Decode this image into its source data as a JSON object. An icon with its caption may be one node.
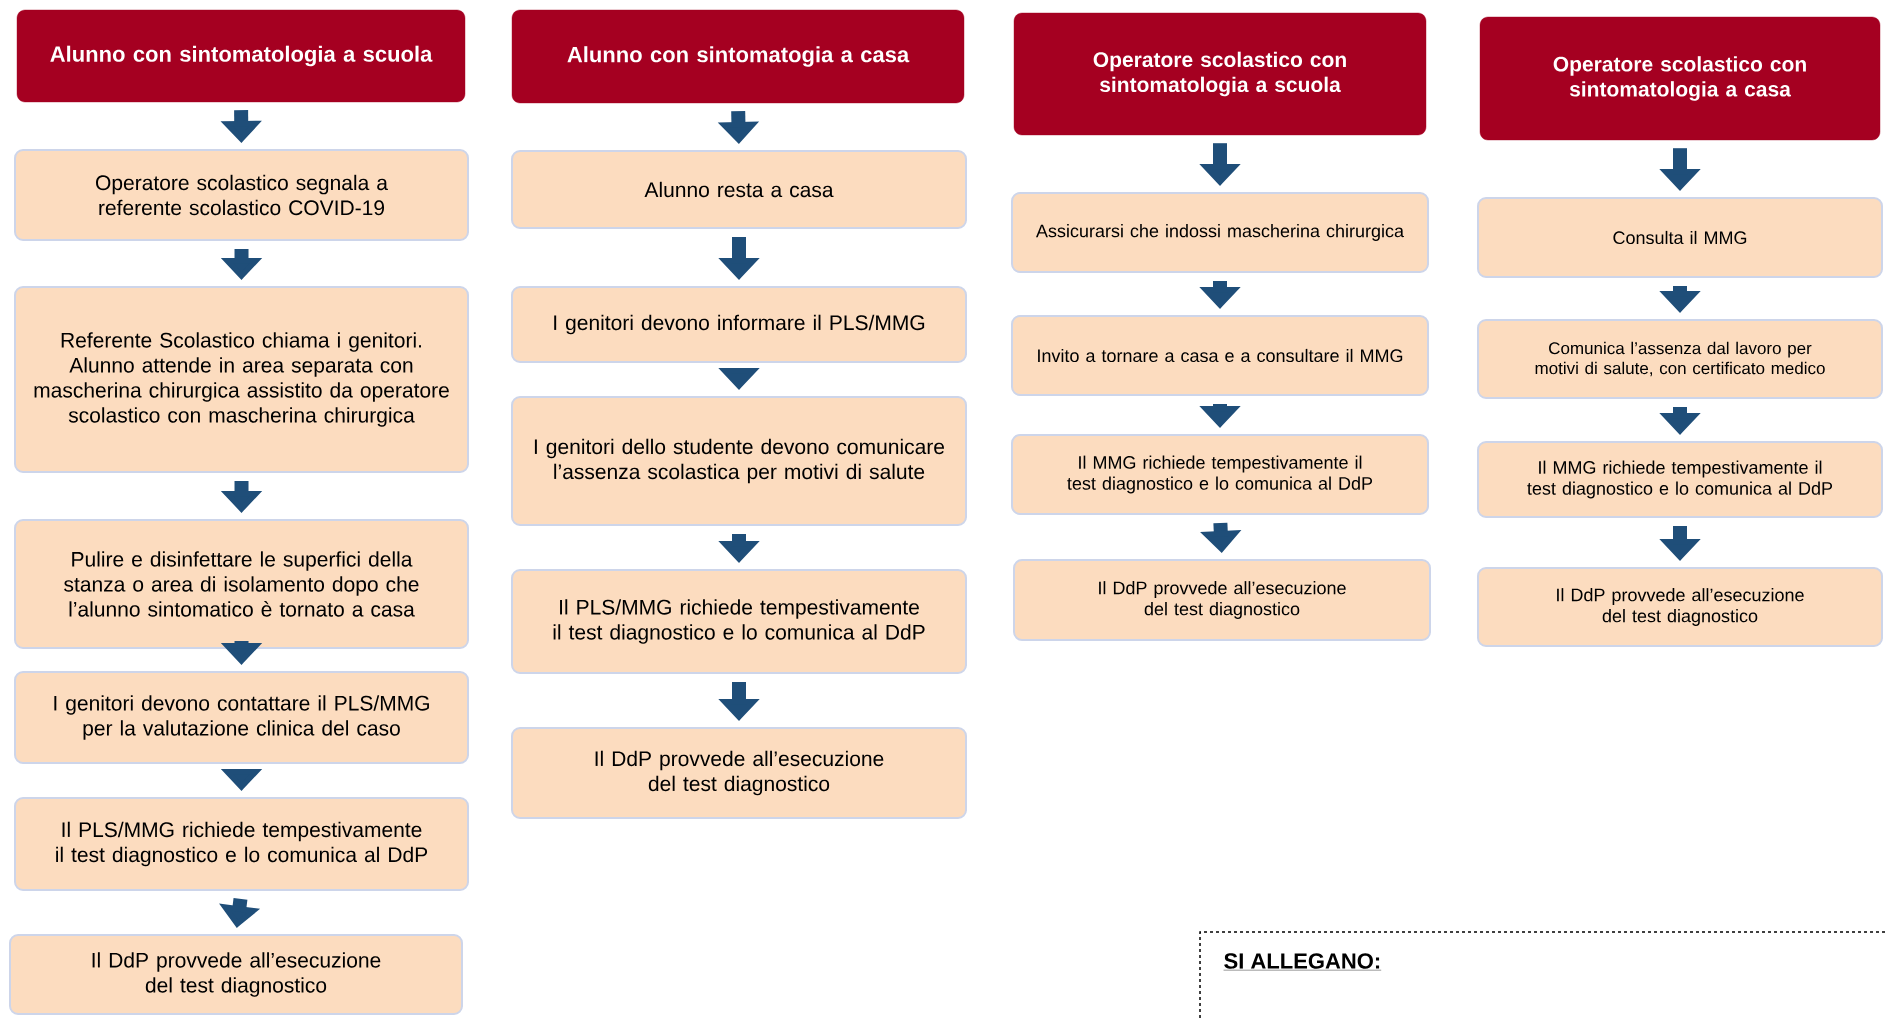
{
  "diagram": {
    "nodes": [
      {
        "text": [
          "Alunno con sintomatologia a scuola"
        ]
      },
      {
        "text": [
          "Operatore scolastico segnala a referente scolastico COVID-19"
        ]
      },
      {
        "text": [
          "Referente Scolastico chiama i genitori. Alunno attende in area separata con mascherina chirurgica assistito da operatore scolastico con mascherina chirurgica"
        ]
      },
      {
        "text": [
          "Pulire e disinfettare le superfici della stanza o area di isolamento dopo che l’alunno sintomatico è tornato a casa"
        ]
      },
      {
        "text": [
          "I genitori devono contattare il PLS/MMG per la valutazione clinica del caso"
        ]
      },
      {
        "text": [
          "Il PLS/MMG richiede tempestivamente il test diagnostico e lo comunica al DdP"
        ]
      },
      {
        "text": [
          "Il DdP provvede all’esecuzione del test diagnostico"
        ]
      },
      {
        "text": [
          "Alunno con sintomatogia a casa"
        ]
      },
      {
        "text": [
          "Alunno resta a casa"
        ]
      },
      {
        "text": [
          "I genitori devono informare il PLS/MMG"
        ]
      },
      {
        "text": [
          "I genitori dello studente devono comunicare l’assenza scolastica per motivi di salute"
        ]
      },
      {
        "text": [
          "Il PLS/MMG richiede tempestivamente il test diagnostico e lo comunica al DdP"
        ]
      },
      {
        "text": [
          "Il DdP provvede all’esecuzione del test diagnostico"
        ]
      },
      {
        "text": [
          "Operatore scolastico con sintomatologia a scuola"
        ]
      },
      {
        "text": [
          "Assicurarsi che indossi mascherina chirurgica"
        ]
      },
      {
        "text": [
          "Invito a tornare a casa e a consultare il MMG"
        ]
      },
      {
        "text": [
          "Il MMG richiede tempestivamente il test diagnostico e lo comunica al DdP"
        ]
      },
      {
        "text": [
          "Il DdP provvede all’esecuzione del test diagnostico"
        ]
      },
      {
        "text": [
          "Operatore scolastico con sintomatologia a casa"
        ]
      },
      {
        "text": [
          "Consulta il MMG"
        ]
      },
      {
        "text": [
          "Comunica l’assenza dal lavoro per motivi di salute, con certificato medico"
        ]
      },
      {
        "text": [
          "Il MMG richiede tempestivamente il test diagnostico e lo comunica al DdP"
        ]
      },
      {
        "text": [
          "Il DdP provvede all’esecuzione del test diagnostico"
        ]
      }
    ],
    "edges": [
      {
        "from": 0,
        "to": 1,
        "arrow": "to"
      },
      {
        "from": 1,
        "to": 2,
        "arrow": "to"
      },
      {
        "from": 2,
        "to": 3,
        "arrow": "to"
      },
      {
        "from": 3,
        "to": 4,
        "arrow": "to"
      },
      {
        "from": 4,
        "to": 5,
        "arrow": "to"
      },
      {
        "from": 5,
        "to": 6,
        "arrow": "to"
      },
      {
        "from": 7,
        "to": 8,
        "arrow": "to"
      },
      {
        "from": 8,
        "to": 9,
        "arrow": "to"
      },
      {
        "from": 9,
        "to": 10,
        "arrow": "to"
      },
      {
        "from": 10,
        "to": 11,
        "arrow": "to"
      },
      {
        "from": 11,
        "to": 12,
        "arrow": "to"
      },
      {
        "from": 13,
        "to": 14,
        "arrow": "to"
      },
      {
        "from": 14,
        "to": 15,
        "arrow": "to"
      },
      {
        "from": 15,
        "to": 16,
        "arrow": "to"
      },
      {
        "from": 16,
        "to": 17,
        "arrow": "to"
      },
      {
        "from": 18,
        "to": 19,
        "arrow": "to"
      },
      {
        "from": 19,
        "to": 20,
        "arrow": "to"
      },
      {
        "from": 20,
        "to": 21,
        "arrow": "to"
      },
      {
        "from": 21,
        "to": 22,
        "arrow": "to"
      }
    ],
    "labels": [
      "SI ALLEGANO:"
    ]
  }
}
